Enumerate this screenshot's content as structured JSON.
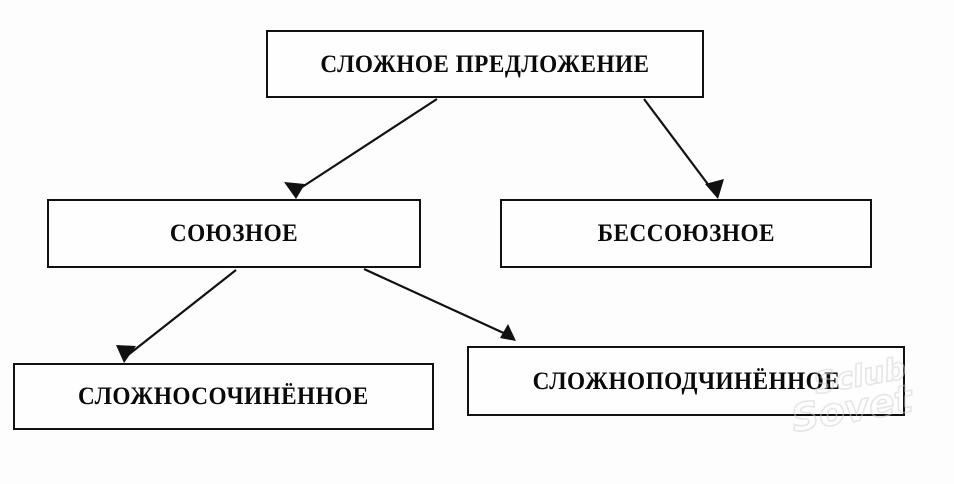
{
  "diagram": {
    "title": "Сложное предложение",
    "type": "hierarchy-tree",
    "background_color": "#fdfdfd",
    "line_color": "#111111",
    "text_color": "#0a0a0a",
    "nodes": [
      {
        "id": "root",
        "label": "СЛОЖНОЕ ПРЕДЛОЖЕНИЕ",
        "level": 1
      },
      {
        "id": "soyuznoe",
        "label": "СОЮЗНОЕ",
        "level": 2
      },
      {
        "id": "bessoyuznoe",
        "label": "БЕССОЮЗНОЕ",
        "level": 2
      },
      {
        "id": "slozhnosochinennoe",
        "label": "СЛОЖНОСОЧИНЁННОЕ",
        "level": 3
      },
      {
        "id": "slozhnopodchinennoe",
        "label": "СЛОЖНОПОДЧИНЁННОЕ",
        "level": 3
      }
    ],
    "edges": [
      {
        "from": "root",
        "to": "soyuznoe",
        "arrow": "triangle"
      },
      {
        "from": "root",
        "to": "bessoyuznoe",
        "arrow": "triangle"
      },
      {
        "from": "soyuznoe",
        "to": "slozhnosochinennoe",
        "arrow": "triangle"
      },
      {
        "from": "soyuznoe",
        "to": "slozhnopodchinennoe",
        "arrow": "triangle"
      }
    ]
  },
  "watermark": {
    "line1": "Sclub",
    "line2": "Sovet",
    "color": "#cfcfcf"
  }
}
